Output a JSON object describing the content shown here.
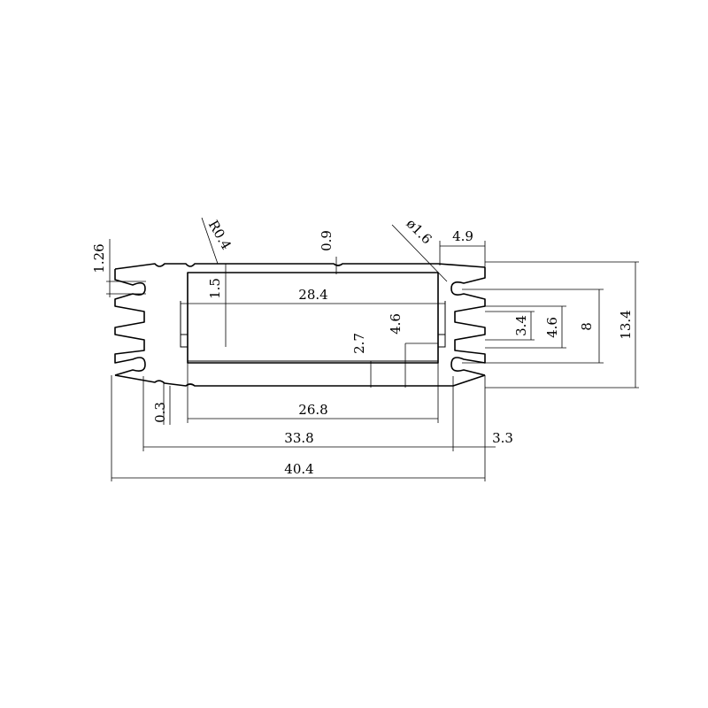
{
  "drawing": {
    "type": "heatsink-extrusion-profile",
    "stroke_color": "#000000",
    "background_color": "#ffffff"
  },
  "dimensions": {
    "overall_width": "40.4",
    "width_between_fins": "33.8",
    "inner_bottom_width": "26.8",
    "inner_top_width": "28.4",
    "fin_length": "3.3",
    "top_width": "4.9",
    "overall_height": "13.4",
    "slot_height": "8",
    "slot_step_46_right": "4.6",
    "slot_step_34": "3.4",
    "inner_step_46": "4.6",
    "inner_step_27": "2.7",
    "wall_thickness": "1.5",
    "top_thickness": "0.9",
    "fin_thickness": "1.26",
    "bottom_gap": "0.3",
    "corner_radius": "R0.4",
    "hole_diameter": "ø1.6"
  }
}
